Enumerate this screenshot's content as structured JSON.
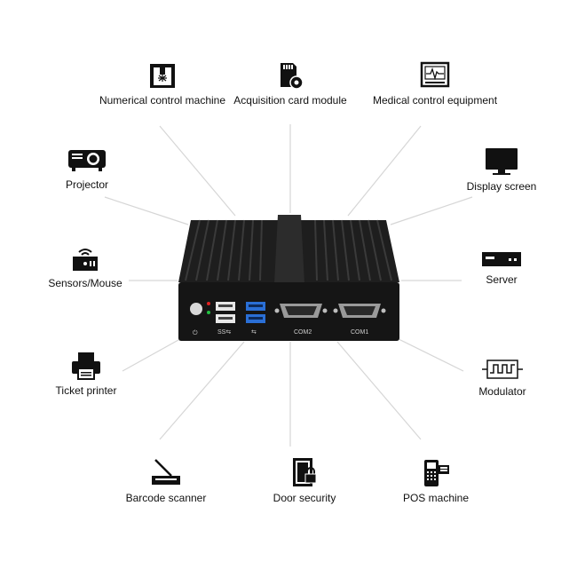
{
  "nodes": {
    "cnc": {
      "label": "Numerical control machine",
      "icon": "cnc-machine-icon"
    },
    "acq": {
      "label": "Acquisition card module",
      "icon": "sd-card-gear-icon"
    },
    "medical": {
      "label": "Medical control equipment",
      "icon": "medical-monitor-icon"
    },
    "projector": {
      "label": "Projector",
      "icon": "projector-icon"
    },
    "display": {
      "label": "Display screen",
      "icon": "monitor-icon"
    },
    "sensors": {
      "label": "Sensors/Mouse",
      "icon": "sensor-icon"
    },
    "server": {
      "label": "Server",
      "icon": "server-icon"
    },
    "printer": {
      "label": "Ticket printer",
      "icon": "printer-icon"
    },
    "modulator": {
      "label": "Modulator",
      "icon": "modulator-wave-icon"
    },
    "barcode": {
      "label": "Barcode scanner",
      "icon": "barcode-scanner-icon"
    },
    "door": {
      "label": "Door security",
      "icon": "door-lock-icon"
    },
    "pos": {
      "label": "POS machine",
      "icon": "pos-terminal-icon"
    }
  },
  "device": {
    "port_labels": {
      "com2": "COM2",
      "com1": "COM1",
      "usb3": "SS⇆",
      "usb2": "⇆"
    },
    "colors": {
      "body": "#1a1a1a",
      "fins": "#2b2b2b",
      "led_red": "#e02020",
      "led_green": "#22c040",
      "usb3_blue": "#2a6fd6"
    }
  },
  "colors": {
    "line": "#d6d6d6",
    "icon": "#111111"
  }
}
